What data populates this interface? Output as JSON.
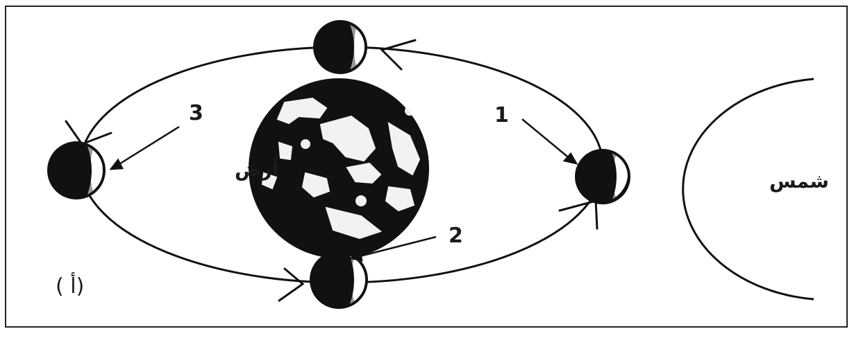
{
  "labels": {
    "sun": "شمس",
    "earth": "أرض",
    "figure": "( أ)"
  },
  "positions": [
    {
      "number": "1"
    },
    {
      "number": "2"
    },
    {
      "number": "3"
    }
  ],
  "colors": {
    "ink": "#111111",
    "moon_lit": "#ffffff",
    "moon_shade": "#9a9a9a",
    "frame": "#222222"
  }
}
